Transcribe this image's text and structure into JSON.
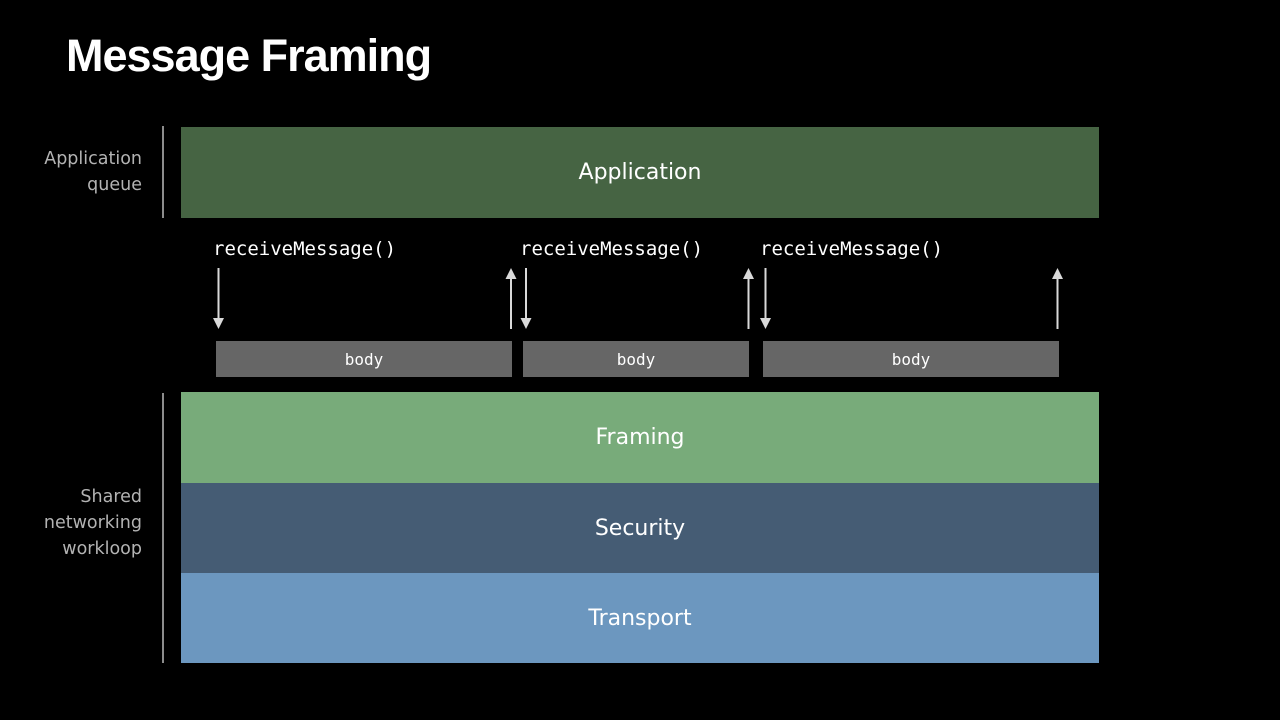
{
  "title": "Message Framing",
  "side_labels": {
    "application_queue": [
      "Application",
      "queue"
    ],
    "shared_workloop": [
      "Shared",
      "networking",
      "workloop"
    ]
  },
  "layers": {
    "application": {
      "label": "Application",
      "color": "#466443"
    },
    "framing": {
      "label": "Framing",
      "color": "#78ab7a"
    },
    "security": {
      "label": "Security",
      "color": "#455c74"
    },
    "transport": {
      "label": "Transport",
      "color": "#6c97bf"
    }
  },
  "calls": [
    "receiveMessage()",
    "receiveMessage()",
    "receiveMessage()"
  ],
  "bodies": [
    "body",
    "body",
    "body"
  ],
  "colors": {
    "background": "#000000",
    "body_box": "#666666",
    "arrow": "#d9d9d9",
    "side_text": "#b3b3b3"
  }
}
